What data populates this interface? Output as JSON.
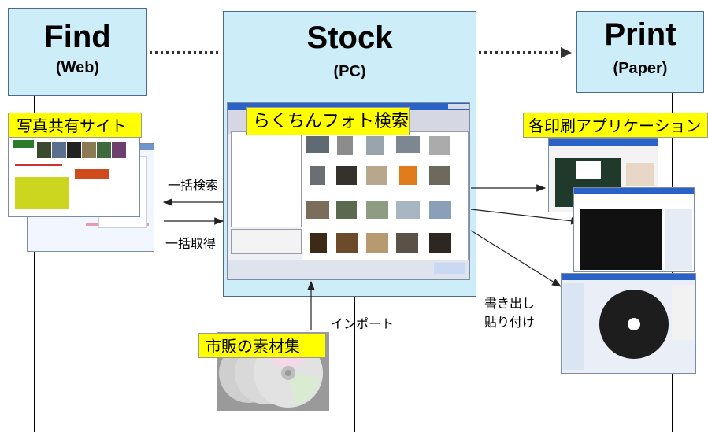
{
  "find": {
    "title": "Find",
    "subtitle": "(Web)"
  },
  "stock": {
    "title": "Stock",
    "subtitle": "(PC)"
  },
  "print": {
    "title": "Print",
    "subtitle": "(Paper)"
  },
  "labels": {
    "photo_sites": "写真共有サイト",
    "rakuchin_search": "らくちんフォト検索",
    "print_apps": "各印刷アプリケーション",
    "material": "市販の素材集"
  },
  "arrows": {
    "bulk_search": "一括検索",
    "bulk_get": "一括取得",
    "import": "インポート",
    "export_line1": "書き出し",
    "export_line2": "貼り付け"
  },
  "colors": {
    "box_fill": "#cdeef8",
    "label_fill": "#ffff00",
    "arrow": "#333333"
  }
}
